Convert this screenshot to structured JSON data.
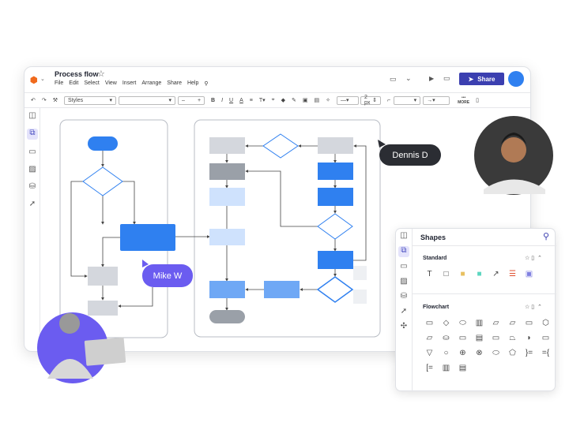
{
  "app": {
    "title": "Process flow",
    "menu": [
      "File",
      "Edit",
      "Select",
      "View",
      "Insert",
      "Arrange",
      "Share",
      "Help"
    ],
    "share_label": "Share"
  },
  "toolbar": {
    "styles": "Styles",
    "stroke_width": "2 px",
    "more": "MORE"
  },
  "collaborators": [
    {
      "name": "Dennis D",
      "color": "#2b2d33"
    },
    {
      "name": "Mike W",
      "color": "#6b5cf0"
    }
  ],
  "shapes_panel": {
    "title": "Shapes",
    "sections": [
      {
        "label": "Standard"
      },
      {
        "label": "Flowchart"
      }
    ]
  },
  "colors": {
    "accent": "#2f80f0",
    "share": "#3b3fb0",
    "light_blue": "#cfe2fd",
    "gray": "#d4d7dd",
    "dark_gray": "#9aa0a8"
  }
}
